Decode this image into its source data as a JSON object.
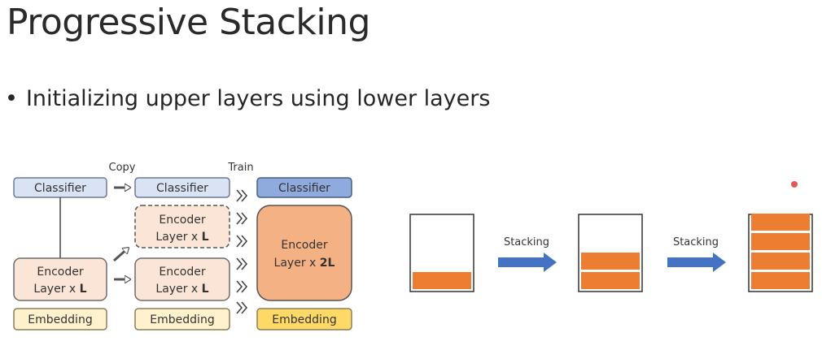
{
  "title": "Progressive Stacking",
  "bullet": "Initializing upper layers using lower layers",
  "diagram": {
    "labels": {
      "copy": "Copy",
      "train": "Train"
    },
    "col1": {
      "classifier": "Classifier",
      "encoder_line1": "Encoder",
      "encoder_line2": "Layer  x ",
      "encoder_mult": "L",
      "embedding": "Embedding"
    },
    "col2": {
      "classifier": "Classifier",
      "encoder_line1": "Encoder",
      "encoder_line2": "Layer  x ",
      "encoder_mult": "L",
      "encoder2_line1": "Encoder",
      "encoder2_line2": "Layer  x ",
      "encoder2_mult": "L",
      "embedding": "Embedding"
    },
    "col3": {
      "classifier": "Classifier",
      "encoder_line1": "Encoder",
      "encoder_line2": "Layer  x ",
      "encoder_mult": "2L",
      "embedding": "Embedding"
    },
    "stack_labels": [
      "Stacking",
      "Stacking"
    ],
    "stacks": [
      {
        "filled_layers": 1
      },
      {
        "filled_layers": 2
      },
      {
        "filled_layers": 4
      }
    ],
    "colors": {
      "classifier_light": "#dae3f3",
      "classifier_dark": "#8faadc",
      "encoder_light": "#fbe5d6",
      "encoder_dark": "#f4b183",
      "embedding_light": "#fff2cc",
      "embedding_dark": "#ffd966",
      "stack_fill": "#ed7d31",
      "arrow_blue": "#4472c4"
    }
  }
}
